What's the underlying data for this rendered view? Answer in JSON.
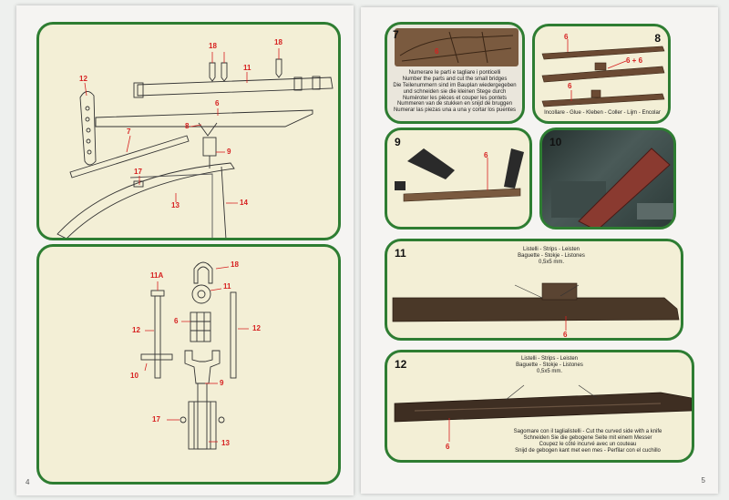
{
  "left_page": {
    "page_number": "4",
    "panel_top": {
      "callouts": {
        "p18a": "18",
        "p18b": "18",
        "p12": "12",
        "p11": "11",
        "p6": "6",
        "p8": "8",
        "p7": "7",
        "p9": "9",
        "p17": "17",
        "p13": "13",
        "p14": "14"
      }
    },
    "panel_bottom": {
      "callouts": {
        "p18": "18",
        "p11A": "11A",
        "p11": "11",
        "p12a": "12",
        "p6": "6",
        "p12b": "12",
        "p10": "10",
        "p9": "9",
        "p17": "17",
        "p13": "13"
      }
    }
  },
  "right_page": {
    "page_number": "5",
    "step7": {
      "number": "7",
      "callout": "6",
      "instructions": [
        "Numerare le parti e tagliare i ponticelli",
        "Number the parts and cut the small bridges",
        "Die Teilenummern sind im Bauplan wiedergegeben",
        "und schneiden sie die kleinen Stege durch",
        "Numéroter les pièces et couper les pontets",
        "Nummeren van de stukken en snijd de bruggen",
        "Numerar las piezas una a una y cortar los puentes"
      ]
    },
    "step8": {
      "number": "8",
      "callouts": {
        "a": "6",
        "b": "6 + 6",
        "c": "6"
      },
      "instruction": "Incollare - Glue - Kleben - Coller - Lijm - Encolar"
    },
    "step9": {
      "number": "9",
      "callout": "6"
    },
    "step10": {
      "number": "10"
    },
    "step11": {
      "number": "11",
      "callout": "6",
      "instructions": [
        "Listelli - Strips - Leisten",
        "Baguette - Stokje - Listones",
        "0,5x5 mm."
      ]
    },
    "step12": {
      "number": "12",
      "callout": "6",
      "instructions_top": [
        "Listelli - Strips - Leisten",
        "Baguette - Stokje - Listones",
        "0,5x5 mm."
      ],
      "instructions_bottom": [
        "Sagomare con il taglialistelli - Cut the curved side with a knife",
        "Schneiden Sie die gebogene Seite mit einem Messer",
        "Coupez le côté incurvé avec un couteau",
        "Snijd de gebogen kant met een mes - Perfilar con el cuchillo"
      ]
    }
  },
  "colors": {
    "panel_border": "#2e7d32",
    "callout_red": "#d62020",
    "panel_fill": "#f3efd6",
    "wood": "#5a3f2c"
  }
}
